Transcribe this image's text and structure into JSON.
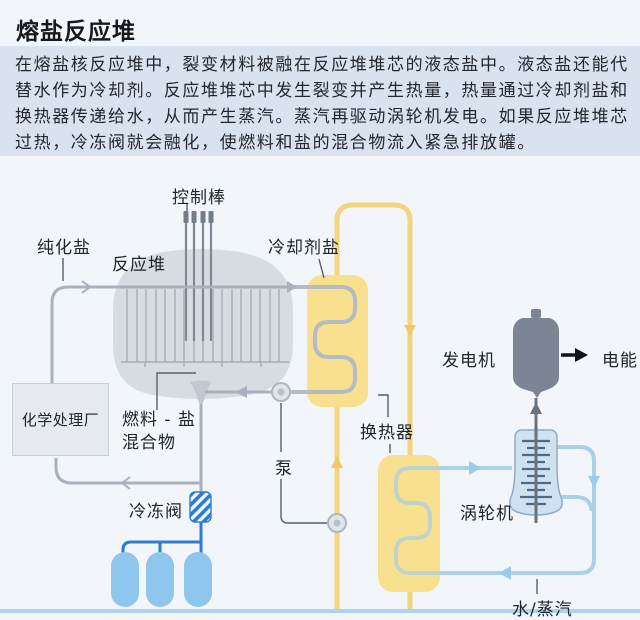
{
  "title": "熔盐反应堆",
  "description": {
    "lines": [
      "在熔盐核反应堆中，裂变材料被融在反应堆堆芯的液态盐中。液态盐还能代",
      "替水作为冷却剂。反应堆堆芯中发生裂变并产生热量，热量通过冷却剂盐和",
      "换热器传递给水，从而产生蒸汽。蒸汽再驱动涡轮机发电。如果反应堆堆芯",
      "过热，冷冻阀就会融化，使燃料和盐的混合物流入紧急排放罐。"
    ]
  },
  "diagram": {
    "labels": {
      "control_rods": "控制棒",
      "purified_salt": "纯化盐",
      "reactor": "反应堆",
      "coolant_salt": "冷却剂盐",
      "chemical_plant": "化学处理厂",
      "fuel_salt_line1": "燃料 - 盐",
      "fuel_salt_line2": "混合物",
      "pump": "泵",
      "heat_exchanger": "换热器",
      "freeze_valve": "冷冻阀",
      "generator": "发电机",
      "electricity": "电能",
      "turbine": "涡轮机",
      "water_steam": "水/蒸汽"
    },
    "colors": {
      "panel_bg": "#d9e3ef",
      "page_bg": "#f2f5f9",
      "vessel_yellow": "#f9e08e",
      "pipe_yellow": "#f3d57d",
      "pipe_gray": "#a9b1bc",
      "reactor_gray": "#d7dce3",
      "steam_blue": "#a9d2ea",
      "valve_blue": "#2e7cd0",
      "tank_blue": "#8ec6ee",
      "generator_gray": "#7b8593",
      "turbine_blue": "#cfe2f2"
    }
  }
}
